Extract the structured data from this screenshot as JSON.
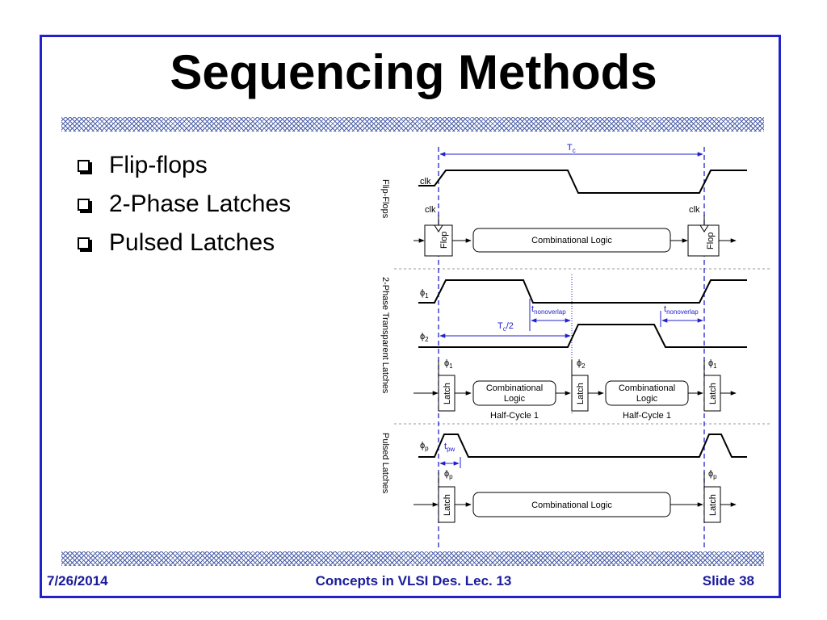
{
  "title": "Sequencing Methods",
  "bullets": [
    "Flip-flops",
    "2-Phase Latches",
    "Pulsed Latches"
  ],
  "footer": {
    "date": "7/26/2014",
    "course": "Concepts in VLSI Des. Lec. 13",
    "slide": "Slide 38"
  },
  "colors": {
    "frame": "#2222cc",
    "footer_text": "#1a1a9e",
    "band": "#4b5fa8",
    "annotation": "#2222cc"
  },
  "diagram": {
    "sections": {
      "flip_flops": "Flip-Flops",
      "two_phase": "2-Phase Transparent Latches",
      "pulsed": "Pulsed Latches"
    },
    "labels": {
      "tc": "T",
      "tc_sub": "c",
      "tc_half": "T",
      "tc_half_sub": "c",
      "tc_half_suffix": "/2",
      "clk": "clk",
      "phi": "ϕ",
      "sub_1": "1",
      "sub_2": "2",
      "sub_p": "p",
      "t": "t",
      "nonoverlap_sub": "nonoverlap",
      "pw_sub": "pw",
      "flop": "Flop",
      "latch": "Latch",
      "comb_logic": "Combinational Logic",
      "comb_line1": "Combinational",
      "comb_line2": "Logic",
      "half_cycle": "Half-Cycle 1"
    }
  }
}
